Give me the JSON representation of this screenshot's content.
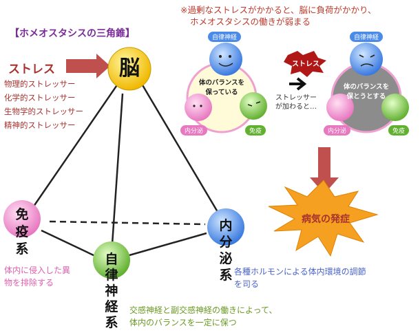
{
  "title": "【ホメオスタシスの三角錐】",
  "note": {
    "line1": "※過剰なストレスがかかると、脳に負荷がかかり、",
    "line2": "ホメオスタシスの働きが弱まる"
  },
  "stress": {
    "label": "ストレス",
    "stressors": [
      "物理的ストレッサー",
      "化学的ストレッサー",
      "生物学的ストレッサー",
      "精神的ストレッサー"
    ]
  },
  "vertices": {
    "brain": "脳",
    "immune": [
      "免",
      "疫",
      "系"
    ],
    "endocrine": [
      "内",
      "分",
      "泌",
      "系"
    ],
    "autonomic": [
      "自",
      "律",
      "神",
      "経",
      "系"
    ]
  },
  "descriptions": {
    "immune": [
      "体内に侵入した異",
      "物を排除する"
    ],
    "endocrine": [
      "各種ホルモンによる体内環境の調節",
      "を司る"
    ],
    "autonomic": [
      "交感神経と副交感神経の働きによって、",
      "体内のバランスを一定に保つ"
    ]
  },
  "illustration": {
    "autonomic_tag": "自律神経",
    "endocrine_tag": "内分泌",
    "immune_tag": "免疫",
    "balance_normal": [
      "体のバランスを",
      "保っている"
    ],
    "balance_stressed": [
      "体のバランスを",
      "保とうとする"
    ],
    "stress_tag": "ストレス",
    "stressor_added": [
      "ストレッサー",
      "が加わると…"
    ]
  },
  "outcome": "病気の発症",
  "colors": {
    "brain": "#f5c800",
    "immune": "#f090c8",
    "endocrine": "#4a8ae8",
    "autonomic": "#7ac040",
    "arrow": "#c0504d"
  }
}
